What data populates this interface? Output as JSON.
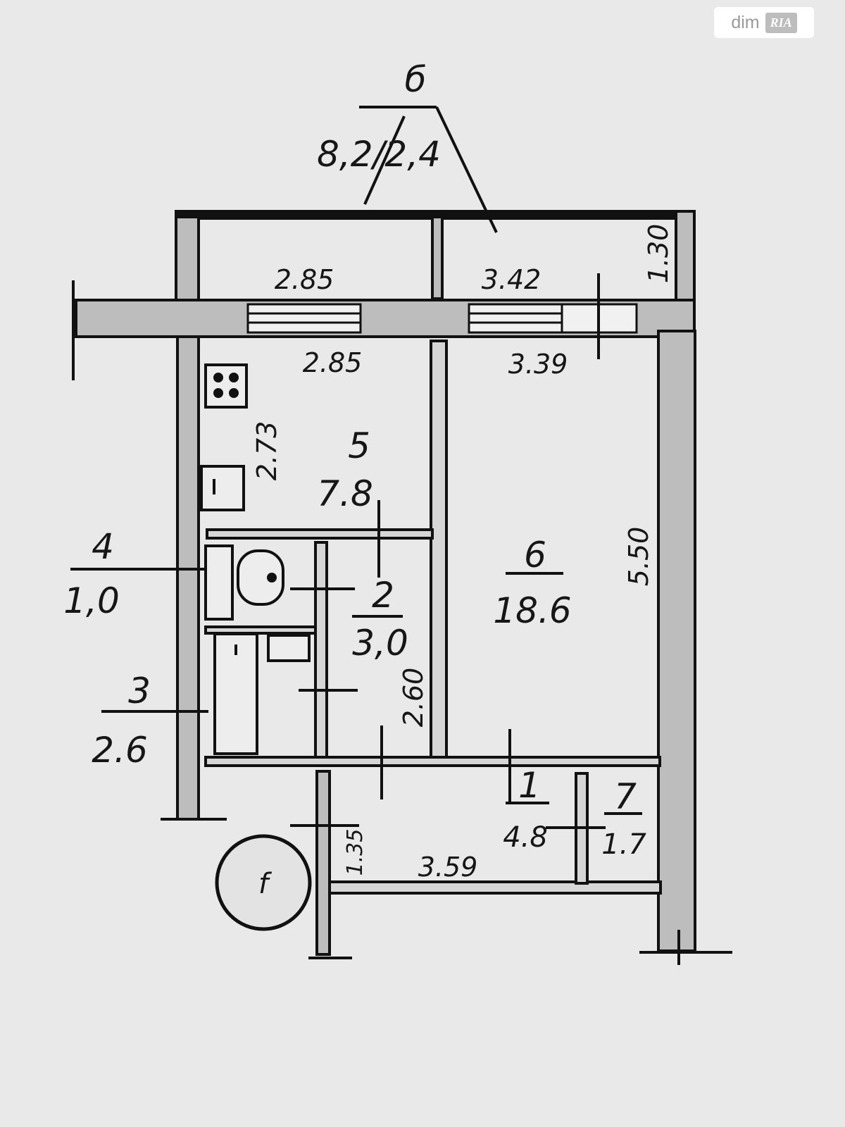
{
  "watermark": {
    "brand": "dim",
    "badge": "RIA"
  },
  "balcony": {
    "label": "б",
    "area_fraction": "8,2/2,4"
  },
  "rooms": [
    {
      "id": "5",
      "area": "7.8"
    },
    {
      "id": "6",
      "area": "18.6"
    },
    {
      "id": "4",
      "area": "1,0"
    },
    {
      "id": "2",
      "area": "3,0"
    },
    {
      "id": "3",
      "area": "2.6"
    },
    {
      "id": "1",
      "area": "4.8"
    },
    {
      "id": "7",
      "area": "1.7"
    }
  ],
  "dimensions": {
    "balcony_left_width": "2.85",
    "balcony_right_width": "3.42",
    "balcony_depth": "1.30",
    "kitchen_width": "2.85",
    "room_width": "3.39",
    "kitchen_depth": "2.73",
    "room_depth": "5.50",
    "corridor_depth": "2.60",
    "hall_depth": "1.35",
    "hall_width": "3.59"
  },
  "stamp": {
    "text": "f"
  }
}
